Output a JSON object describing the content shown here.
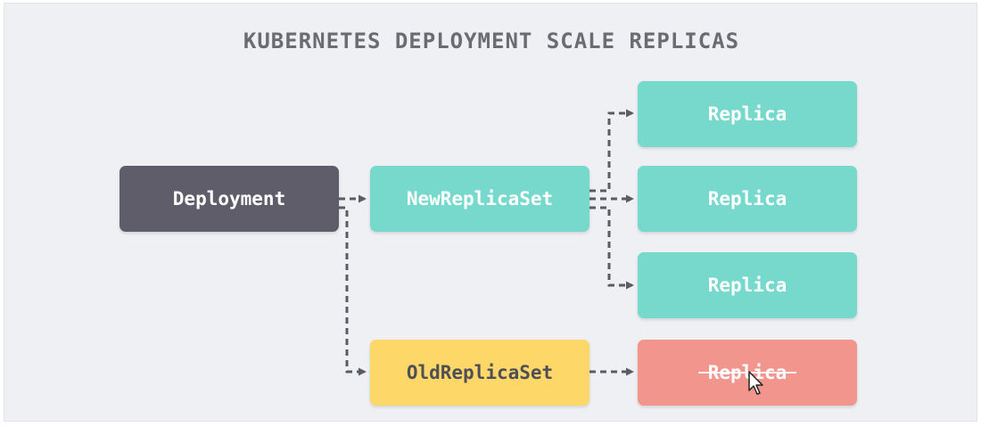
{
  "diagram": {
    "title": "KUBERNETES DEPLOYMENT SCALE REPLICAS",
    "colors": {
      "background": "#eef0f3",
      "deployment": "#5f5d69",
      "replicaset_new": "#76d9cc",
      "replicaset_old": "#fdd767",
      "replica": "#76d9cc",
      "replica_removed": "#f2958d",
      "edge": "#5b5b62",
      "title": "#6b6b71"
    },
    "nodes": {
      "deployment": "Deployment",
      "new_replicaset": "NewReplicaSet",
      "old_replicaset": "OldReplicaSet",
      "replicas": [
        "Replica",
        "Replica",
        "Replica"
      ],
      "removed_replica": "Replica"
    },
    "edges": [
      {
        "from": "Deployment",
        "to": "NewReplicaSet"
      },
      {
        "from": "Deployment",
        "to": "OldReplicaSet"
      },
      {
        "from": "NewReplicaSet",
        "to": "Replica 1"
      },
      {
        "from": "NewReplicaSet",
        "to": "Replica 2"
      },
      {
        "from": "NewReplicaSet",
        "to": "Replica 3"
      },
      {
        "from": "OldReplicaSet",
        "to": "Replica (removed)"
      }
    ],
    "cursor_icon": "mouse-pointer-icon"
  }
}
